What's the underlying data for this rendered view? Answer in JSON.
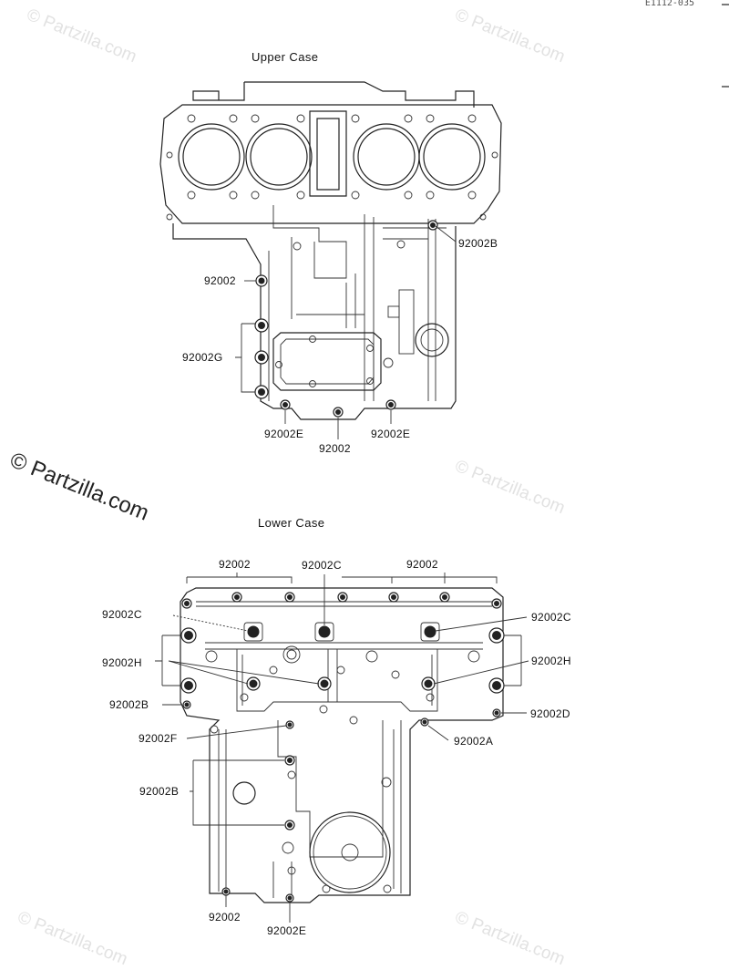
{
  "doc_code": "E1112-035",
  "watermark": "© Partzilla.com",
  "upper_case": {
    "title": "Upper Case",
    "labels": {
      "b_right": "92002B",
      "plain_left": "92002",
      "g_left": "92002G",
      "e_left": "92002E",
      "plain_bottom": "92002",
      "e_right": "92002E"
    }
  },
  "lower_case": {
    "title": "Lower Case",
    "labels": {
      "top_left": "92002",
      "top_center": "92002C",
      "top_right": "92002",
      "c_left": "92002C",
      "c_right": "92002C",
      "h_left": "92002H",
      "h_right": "92002H",
      "b_left": "92002B",
      "d_right": "92002D",
      "f_left": "92002F",
      "a_right": "92002A",
      "b_left_lower": "92002B",
      "bottom_left": "92002",
      "bottom_e": "92002E"
    }
  }
}
